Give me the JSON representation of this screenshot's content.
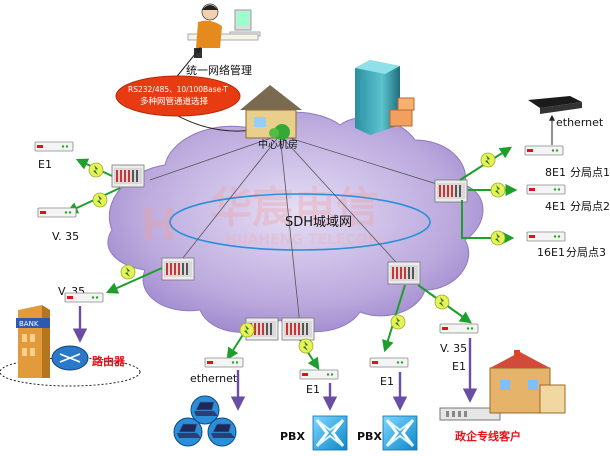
{
  "labels": {
    "nms": "统一网络管理",
    "channel_line1": "RS232/485、10/100Base-T",
    "channel_line2": "多种网管通道选择",
    "center_room": "中心机房",
    "sdh": "SDH城域网",
    "watermark_cn": "华宸电信",
    "watermark_en": "HUAHENG TELECOM",
    "ethernet_top": "ethernet",
    "e1_top_left": "E1",
    "v35_left": "V. 35",
    "v35_left2": "V. 35",
    "bank": "BANK",
    "router": "路由器",
    "ethernet_bottom": "ethernet",
    "e1_pbx1": "E1",
    "e1_pbx2": "E1",
    "pbx1": "PBX",
    "pbx2": "PBX",
    "v35_right": "V. 35",
    "e1_right": "E1",
    "gov_customer": "政企专线客户",
    "branch1_rate": "8E1",
    "branch1_name": "分局点1",
    "branch2_rate": "4E1",
    "branch2_name": "分局点2",
    "branch3_rate": "16E1",
    "branch3_name": "分局点3"
  },
  "colors": {
    "cloud": "#b9a9dc",
    "arrow_green": "#1e9e2c",
    "arrow_purple": "#6a4ea3",
    "ellipse_blue": "#2a8fd8",
    "channel_red": "#e83b12",
    "label_red": "#e4111b",
    "pbx_blue": "#1aa6e8"
  },
  "icons": {
    "operator": "operator-at-computer-icon",
    "center_room": "house-building-icon",
    "server_tower": "server-tower-icon",
    "bank": "bank-building-icon",
    "router": "router-icon",
    "laptops": "laptop-group-icon",
    "pbx": "pbx-switch-icon",
    "office": "office-building-icon",
    "modem": "modem-icon",
    "mux": "optical-multiplexer-icon",
    "converter": "protocol-converter-icon",
    "lightning": "lightning-link-icon"
  }
}
